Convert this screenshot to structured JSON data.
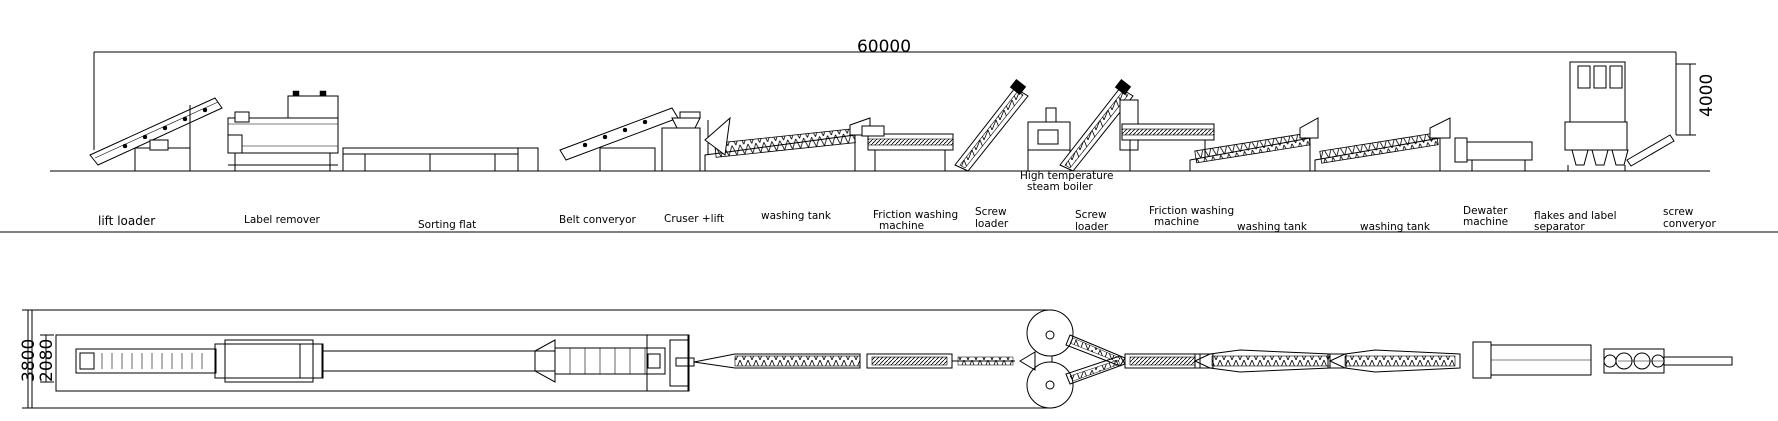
{
  "dimensions": {
    "overall_length": "60000",
    "height": "4000",
    "plan_outer_width": "3800",
    "plan_inner_width": "2080"
  },
  "labels": {
    "lift_loader": "lift loader",
    "label_remover": "Label remover",
    "sorting_flat": "Sorting flat",
    "belt_conveyor": "Belt converyor",
    "crusher_lift": "Cruser +lift",
    "washing_tank_1": "washing tank",
    "friction_washer_1_line1": "Friction washing",
    "friction_washer_1_line2": "machine",
    "screw_loader_1_line1": "Screw",
    "screw_loader_1_line2": "loader",
    "boiler_line1": "High temperature",
    "boiler_line2": "steam boiler",
    "screw_loader_2_line1": "Screw",
    "screw_loader_2_line2": "loader",
    "friction_washer_2_line1": "Friction washing",
    "friction_washer_2_line2": "machine",
    "washing_tank_2": "washing tank",
    "washing_tank_3": "washing tank",
    "dewater_line1": "Dewater",
    "dewater_line2": "machine",
    "separator_line1": "flakes and label",
    "separator_line2": "separator",
    "screw_conveyor_line1": "screw",
    "screw_conveyor_line2": "converyor"
  }
}
